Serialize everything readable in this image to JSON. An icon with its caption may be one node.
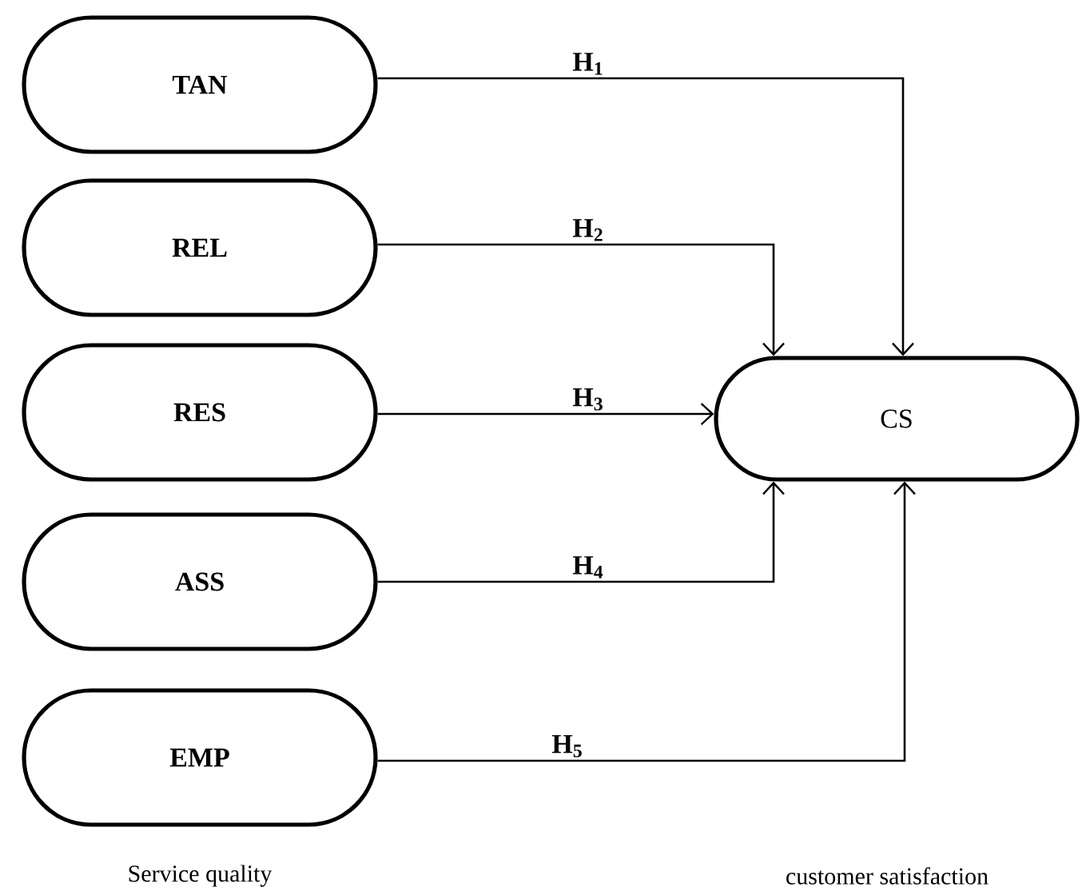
{
  "diagram": {
    "nodes": [
      {
        "text": [
          "TAN"
        ]
      },
      {
        "text": [
          "REL"
        ]
      },
      {
        "text": [
          "RES"
        ]
      },
      {
        "text": [
          "ASS"
        ]
      },
      {
        "text": [
          "EMP"
        ]
      },
      {
        "text": [
          "CS"
        ]
      }
    ],
    "edges": [
      {
        "from": 0,
        "to": 5,
        "arrow": "to",
        "label": "H$_{1}$"
      },
      {
        "from": 1,
        "to": 5,
        "arrow": "to",
        "label": "H$_{2}$"
      },
      {
        "from": 2,
        "to": 5,
        "arrow": "to",
        "label": "H$_{3}$"
      },
      {
        "from": 3,
        "to": 5,
        "arrow": "to",
        "label": "H$_{4}$"
      },
      {
        "from": 4,
        "to": 5,
        "arrow": "to",
        "label": "H$_{5}$"
      }
    ],
    "labels": [
      "Service quality",
      "customer satisfaction"
    ]
  }
}
